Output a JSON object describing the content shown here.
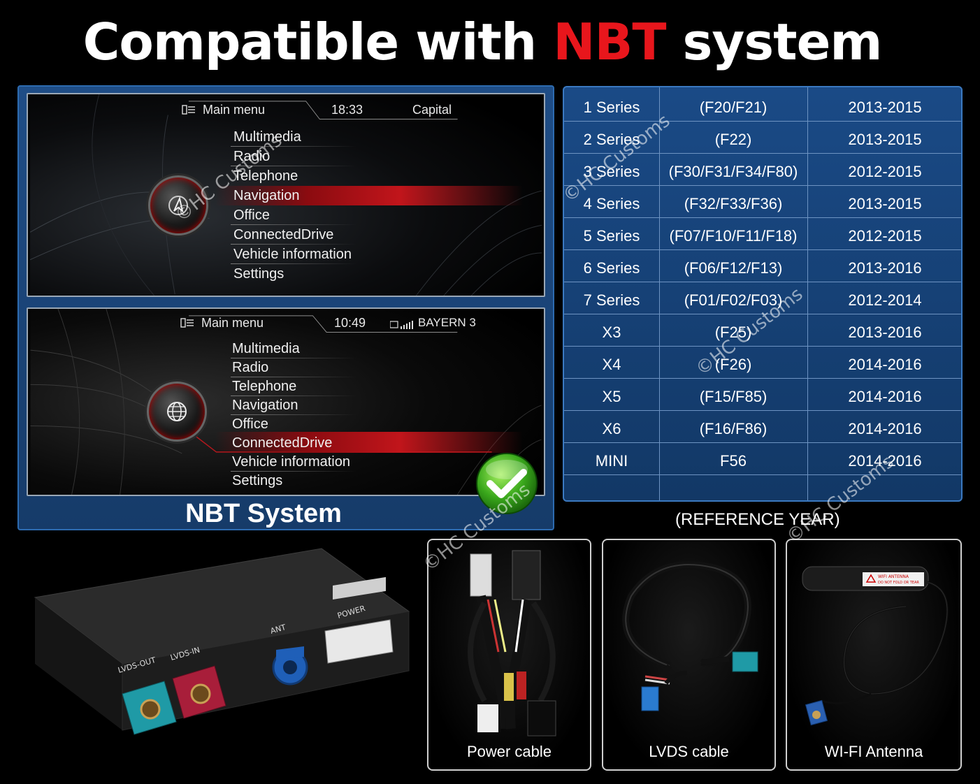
{
  "header": {
    "title_prefix": "Compatible with",
    "title_accent": "NBT",
    "title_suffix": "system"
  },
  "colors": {
    "accent": "#e8161c",
    "panel_blue": "#1f4d86"
  },
  "screen1": {
    "title": "Main menu",
    "time": "18:33",
    "station": "Capital",
    "highlighted": "Navigation",
    "items": [
      "Multimedia",
      "Radio",
      "Telephone",
      "Navigation",
      "Office",
      "ConnectedDrive",
      "Vehicle information",
      "Settings"
    ]
  },
  "screen2": {
    "title": "Main menu",
    "time": "10:49",
    "station": "BAYERN 3",
    "highlighted": "ConnectedDrive",
    "items": [
      "Multimedia",
      "Radio",
      "Telephone",
      "Navigation",
      "Office",
      "ConnectedDrive",
      "Vehicle information",
      "Settings"
    ]
  },
  "nbt_label": "NBT System",
  "compat_table": {
    "rows": [
      [
        "1 Series",
        "(F20/F21)",
        "2013-2015"
      ],
      [
        "2 Series",
        "(F22)",
        "2013-2015"
      ],
      [
        "3 Series",
        "(F30/F31/F34/F80)",
        "2012-2015"
      ],
      [
        "4 Series",
        "(F32/F33/F36)",
        "2013-2015"
      ],
      [
        "5 Series",
        "(F07/F10/F11/F18)",
        "2012-2015"
      ],
      [
        "6 Series",
        "(F06/F12/F13)",
        "2013-2016"
      ],
      [
        "7 Series",
        "(F01/F02/F03)",
        "2012-2014"
      ],
      [
        "X3",
        "(F25)",
        "2013-2016"
      ],
      [
        "X4",
        "(F26)",
        "2014-2016"
      ],
      [
        "X5",
        "(F15/F85)",
        "2014-2016"
      ],
      [
        "X6",
        "(F16/F86)",
        "2014-2016"
      ],
      [
        "MINI",
        "F56",
        "2014-2016"
      ]
    ],
    "note": "(REFERENCE YEAR)"
  },
  "module_labels": {
    "lvds_out": "LVDS-OUT",
    "lvds_in": "LVDS-IN",
    "ant": "ANT",
    "power": "POWER"
  },
  "antenna_tag": {
    "line1": "WIFI ANTENNA",
    "line2": "DO NOT FOLD OR TEAR"
  },
  "products": [
    {
      "caption": "Power cable"
    },
    {
      "caption": "LVDS cable"
    },
    {
      "caption": "WI-FI Antenna"
    }
  ],
  "watermark": "©HC Customs"
}
